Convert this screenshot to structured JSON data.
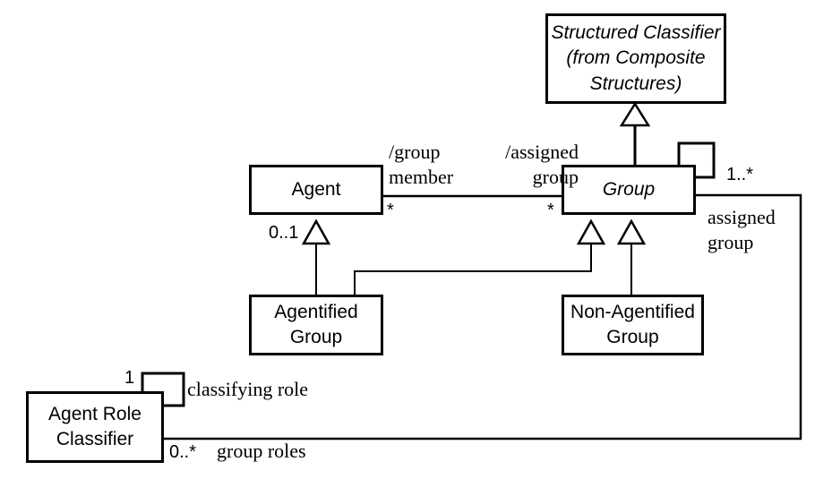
{
  "classes": {
    "structured_classifier": "Structured Classifier\n(from Composite\nStructures)",
    "agent": "Agent",
    "group": "Group",
    "agentified_group": "Agentified\nGroup",
    "non_agentified_group": "Non-Agentified\nGroup",
    "agent_role_classifier": "Agent Role\nClassifier"
  },
  "labels": {
    "group_member_role": "/group\nmember",
    "assigned_group_role_derived": "/assigned\ngroup",
    "assigned_group_role": "assigned\ngroup",
    "classifying_role": "classifying role",
    "group_roles": "group roles"
  },
  "multiplicities": {
    "agent_end": "*",
    "group_end": "*",
    "agent_generalization": "0..1",
    "group_self": "1..*",
    "classifier_self": "1",
    "group_roles_end": "0..*"
  }
}
